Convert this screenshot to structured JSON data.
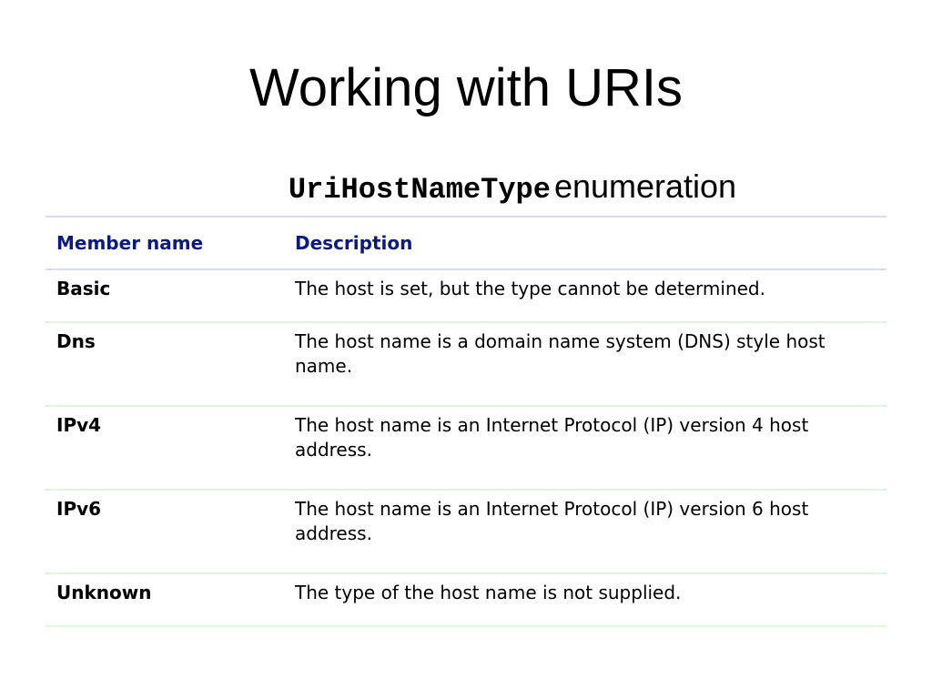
{
  "slide": {
    "title": "Working with URIs",
    "subtitle_code": "UriHostNameType",
    "subtitle_text": "enumeration"
  },
  "table": {
    "headers": {
      "member_name": "Member name",
      "description": "Description"
    },
    "rows": [
      {
        "name": "Basic",
        "description": "The host is set, but the type cannot be determined."
      },
      {
        "name": "Dns",
        "description": "The host name is a domain name system (DNS) style host name."
      },
      {
        "name": "IPv4",
        "description": "The host name is an Internet Protocol (IP) version 4 host address."
      },
      {
        "name": "IPv6",
        "description": "The host name is an Internet Protocol (IP) version 6 host address."
      },
      {
        "name": "Unknown",
        "description": "The type of the host name is not supplied."
      }
    ]
  },
  "colors": {
    "header_text": "#0a1a80",
    "header_rule": "#d8dcf0",
    "row_rule": "#dff5df"
  }
}
